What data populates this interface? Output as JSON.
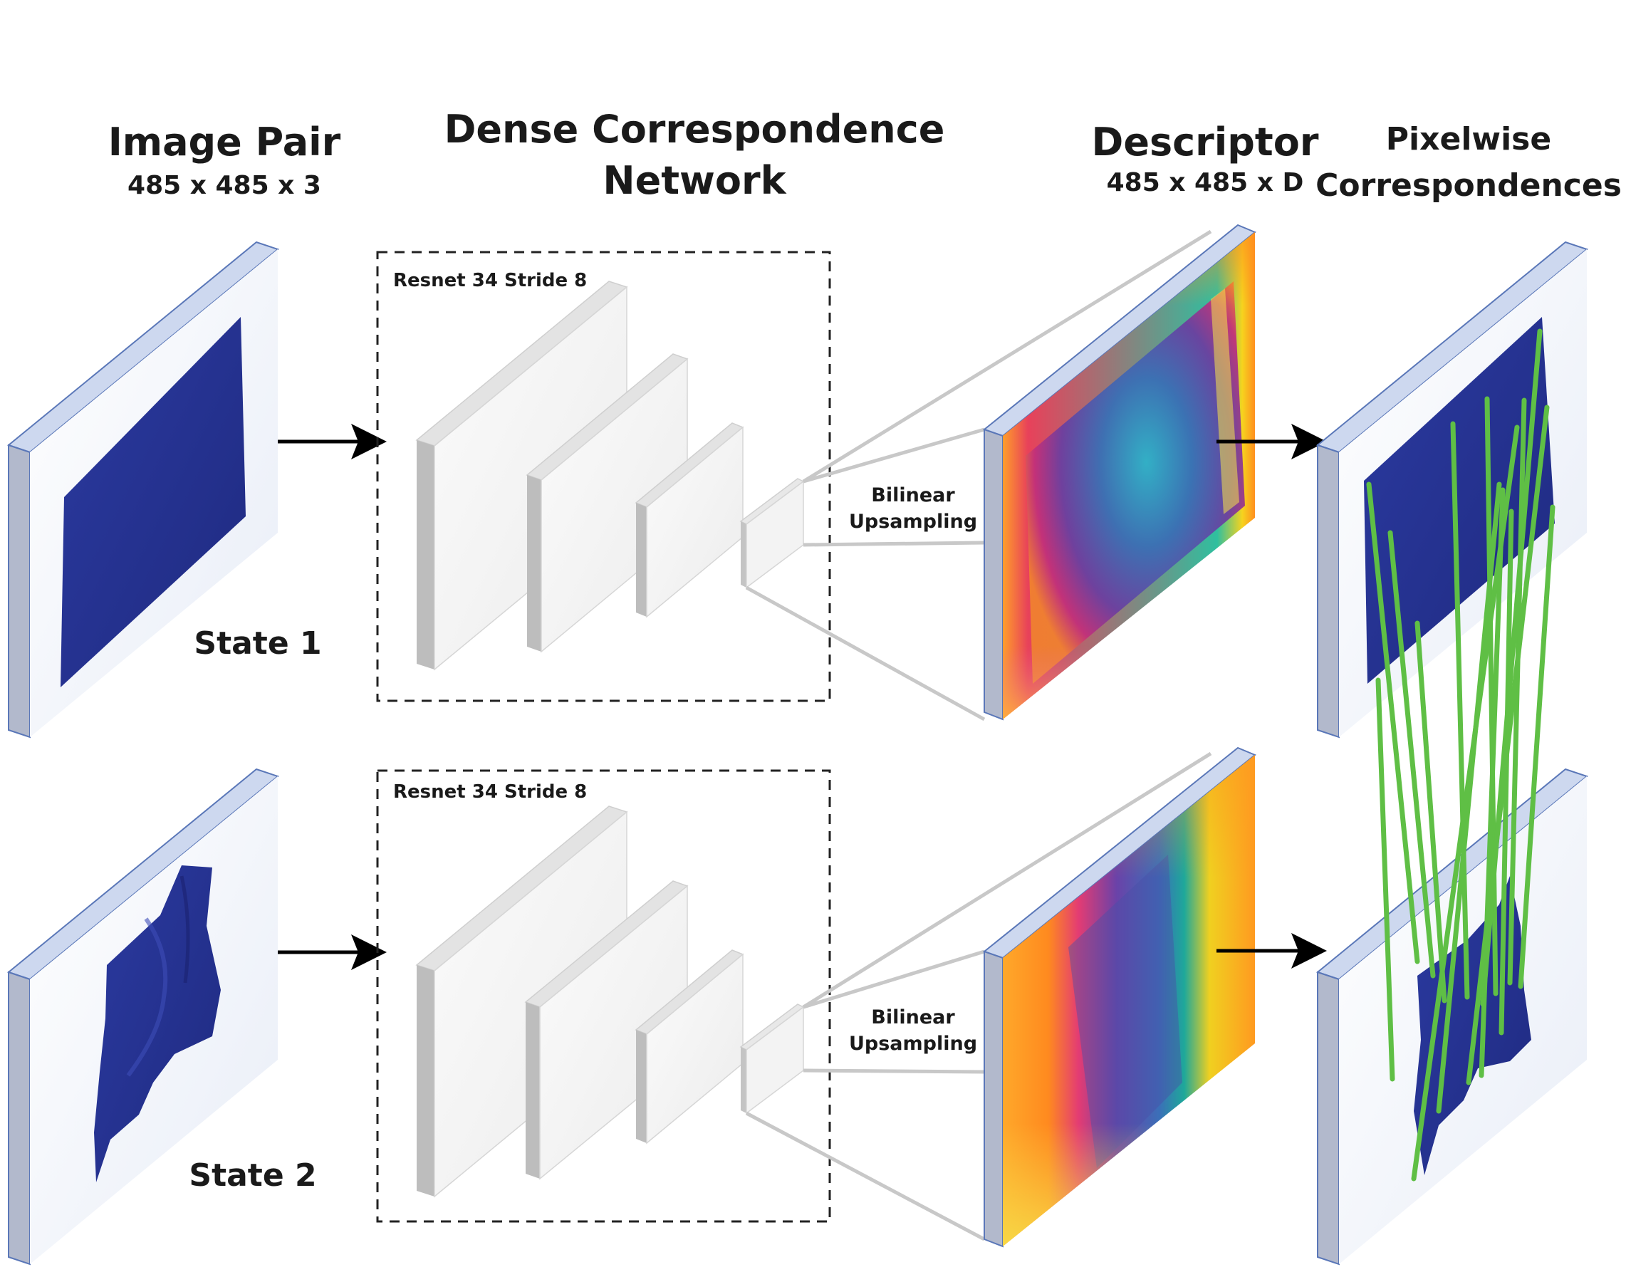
{
  "columns": {
    "image_pair": {
      "title": "Image Pair",
      "dims": "485 x 485 x 3"
    },
    "network": {
      "title_line1": "Dense Correspondence",
      "title_line2": "Network"
    },
    "descriptor": {
      "title": "Descriptor",
      "dims": "485 x 485 x D"
    },
    "correspondences": {
      "title_line1": "Pixelwise",
      "title_line2": "Correspondences"
    }
  },
  "rows": [
    {
      "state_label": "State 1",
      "network_box_label": "Resnet 34 Stride 8",
      "upsample_line1": "Bilinear",
      "upsample_line2": "Upsampling"
    },
    {
      "state_label": "State 2",
      "network_box_label": "Resnet 34 Stride 8",
      "upsample_line1": "Bilinear",
      "upsample_line2": "Upsampling"
    }
  ],
  "colors": {
    "cloth": "#283593",
    "correspondence_line": "#5fbf45",
    "panel_face": "#f1f4fb",
    "panel_side": "#b2b9cc",
    "panel_top": "#cdd8ef",
    "arrow": "#000000"
  },
  "correspondence_count": 14
}
